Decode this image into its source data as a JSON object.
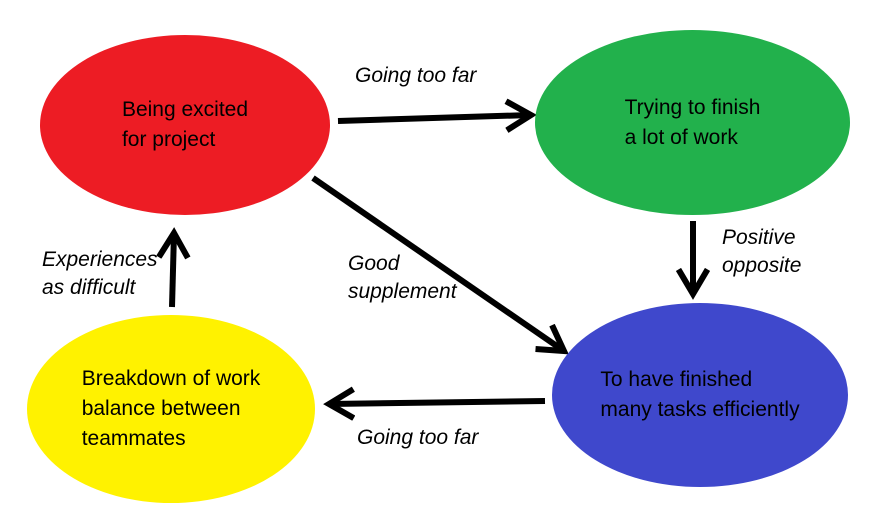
{
  "diagram": {
    "background_color": "#ffffff",
    "arrow_color": "#000000",
    "text_color": "#000000",
    "nodes": [
      {
        "id": "being-excited",
        "label": "Being excited\nfor project",
        "color": "#ed1c24"
      },
      {
        "id": "trying-to-finish",
        "label": "Trying to finish\na lot of work",
        "color": "#22b14c"
      },
      {
        "id": "finished-tasks",
        "label": "To have finished\nmany tasks efficiently",
        "color": "#3f48cc"
      },
      {
        "id": "breakdown-balance",
        "label": "Breakdown of work\nbalance between\nteammates",
        "color": "#fff200"
      }
    ],
    "edges": [
      {
        "from": "being-excited",
        "to": "trying-to-finish",
        "label": "Going too far"
      },
      {
        "from": "trying-to-finish",
        "to": "finished-tasks",
        "label": "Positive\nopposite"
      },
      {
        "from": "being-excited",
        "to": "finished-tasks",
        "label": "Good\nsupplement"
      },
      {
        "from": "finished-tasks",
        "to": "breakdown-balance",
        "label": "Going too far"
      },
      {
        "from": "breakdown-balance",
        "to": "being-excited",
        "label": "Experiences\nas difficult"
      }
    ]
  }
}
